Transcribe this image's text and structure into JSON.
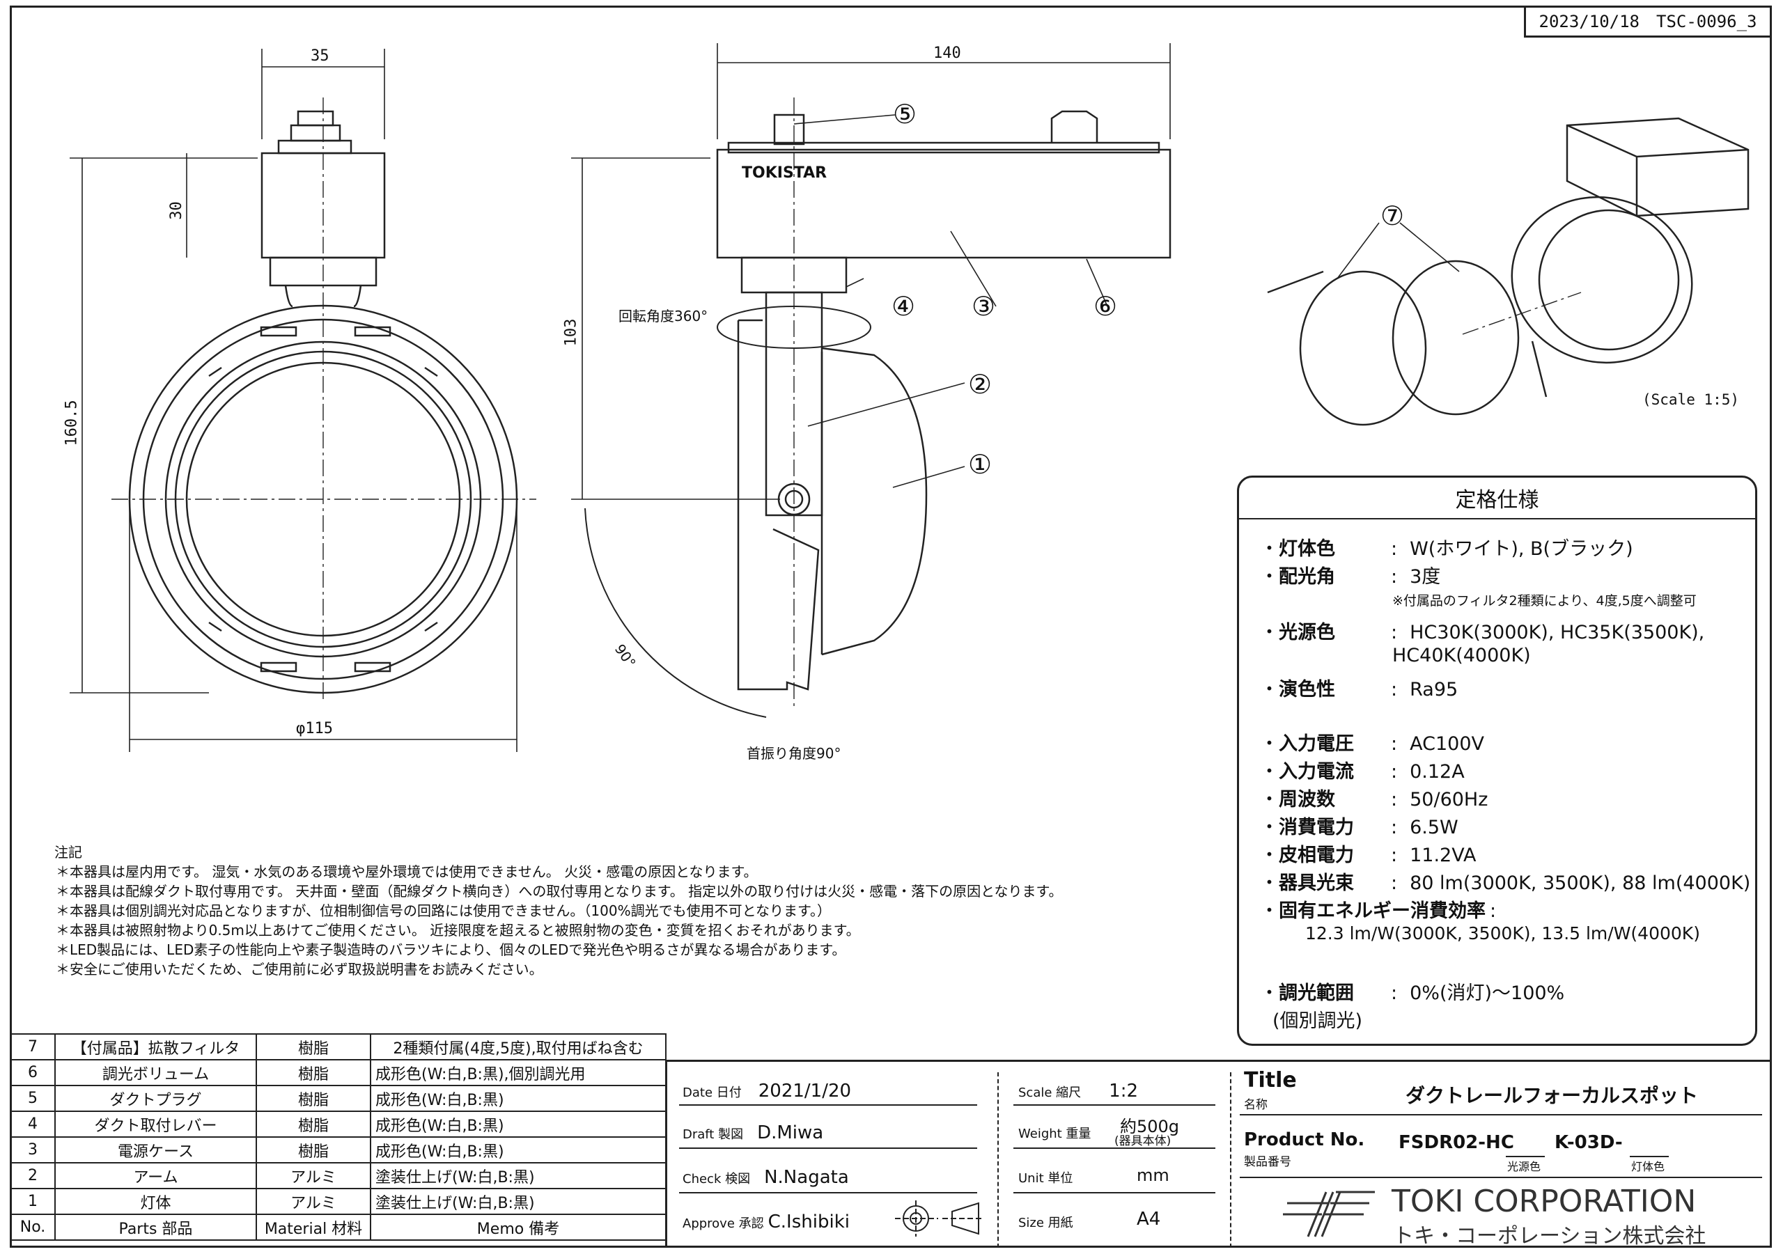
{
  "header": {
    "date": "2023/10/18",
    "doc_no": "TSC-0096_3"
  },
  "front_view": {
    "dim_width": "35",
    "dim_height_top": "30",
    "dim_total_height": "160.5",
    "dim_diameter": "φ115"
  },
  "side_view": {
    "dim_width": "140",
    "dim_height": "103",
    "rotation_label": "回転角度360°",
    "tilt_label": "首振り角度90°",
    "tilt_angle": "90°",
    "brand": "TOKISTAR"
  },
  "callouts": [
    "①",
    "②",
    "③",
    "④",
    "⑤",
    "⑥",
    "⑦"
  ],
  "iso_scale": "(Scale 1:5)",
  "spec": {
    "title": "定格仕様",
    "rows": [
      {
        "key": "灯体色",
        "value": "W(ホワイト), B(ブラック)"
      },
      {
        "key": "配光角",
        "value": "3度"
      },
      {
        "key": "",
        "value": "※付属品のフィルタ2種類により、4度,5度へ調整可"
      },
      {
        "key": "光源色",
        "value": "HC30K(3000K), HC35K(3500K),"
      },
      {
        "key": "",
        "value": "HC40K(4000K)"
      },
      {
        "key": "演色性",
        "value": "Ra95"
      },
      {
        "key": "入力電圧",
        "value": "AC100V"
      },
      {
        "key": "入力電流",
        "value": "0.12A"
      },
      {
        "key": "周波数",
        "value": "50/60Hz"
      },
      {
        "key": "消費電力",
        "value": "6.5W"
      },
      {
        "key": "皮相電力",
        "value": "11.2VA"
      },
      {
        "key": "器具光束",
        "value": "80 lm(3000K, 3500K), 88 lm(4000K)"
      },
      {
        "key": "固有エネルギー消費効率",
        "value": ""
      },
      {
        "key": "",
        "value": "12.3 lm/W(3000K, 3500K), 13.5 lm/W(4000K)"
      },
      {
        "key": "調光範囲",
        "value": "0%(消灯)～100%"
      },
      {
        "key": "",
        "value": "(個別調光)"
      }
    ]
  },
  "notes": {
    "title": "注記",
    "items": [
      "＊本器具は屋内用です。 湿気・水気のある環境や屋外環境では使用できません。 火災・感電の原因となります。",
      "＊本器具は配線ダクト取付専用です。 天井面・壁面（配線ダクト横向き）への取付専用となります。 指定以外の取り付けは火災・感電・落下の原因となります。",
      "＊本器具は個別調光対応品となりますが、位相制御信号の回路には使用できません。（100%調光でも使用不可となります。）",
      "＊本器具は被照射物より0.5m以上あけてご使用ください。 近接限度を超えると被照射物の変色・変質を招くおそれがあります。",
      "＊LED製品には、LED素子の性能向上や素子製造時のバラツキにより、個々のLEDで発光色や明るさが異なる場合があります。",
      "＊安全にご使用いただくため、ご使用前に必ず取扱説明書をお読みください。"
    ]
  },
  "parts": {
    "headers": {
      "no": "No.",
      "parts": "Parts 部品",
      "material": "Material 材料",
      "memo": "Memo 備考"
    },
    "rows": [
      {
        "no": "7",
        "name": "【付属品】拡散フィルタ",
        "material": "樹脂",
        "memo": "2種類付属(4度,5度),取付用ばね含む"
      },
      {
        "no": "6",
        "name": "調光ボリューム",
        "material": "樹脂",
        "memo": "成形色(W:白,B:黒),個別調光用"
      },
      {
        "no": "5",
        "name": "ダクトプラグ",
        "material": "樹脂",
        "memo": "成形色(W:白,B:黒)"
      },
      {
        "no": "4",
        "name": "ダクト取付レバー",
        "material": "樹脂",
        "memo": "成形色(W:白,B:黒)"
      },
      {
        "no": "3",
        "name": "電源ケース",
        "material": "樹脂",
        "memo": "成形色(W:白,B:黒)"
      },
      {
        "no": "2",
        "name": "アーム",
        "material": "アルミ",
        "memo": "塗装仕上げ(W:白,B:黒)"
      },
      {
        "no": "1",
        "name": "灯体",
        "material": "アルミ",
        "memo": "塗装仕上げ(W:白,B:黒)"
      }
    ]
  },
  "title_block": {
    "date_label": "Date 日付",
    "date": "2021/1/20",
    "draft_label": "Draft 製図",
    "draft": "D.Miwa",
    "check_label": "Check 検図",
    "check": "N.Nagata",
    "approve_label": "Approve 承認",
    "approve": "C.Ishibiki",
    "scale_label": "Scale 縮尺",
    "scale": "1:2",
    "weight_label": "Weight 重量",
    "weight": "約500g",
    "weight_note": "(器具本体)",
    "unit_label": "Unit 単位",
    "unit": "mm",
    "size_label": "Size 用紙",
    "size": "A4",
    "title_label": "Title",
    "title_label_jp": "名称",
    "title": "ダクトレールフォーカルスポット",
    "product_label": "Product No.",
    "product_label_jp": "製品番号",
    "product_no_a": "FSDR02-HC",
    "product_no_b": "K-03D-",
    "sub_a": "光源色",
    "sub_b": "灯体色",
    "company": "TOKI CORPORATION",
    "company_jp": "トキ・コーポレーション株式会社"
  }
}
